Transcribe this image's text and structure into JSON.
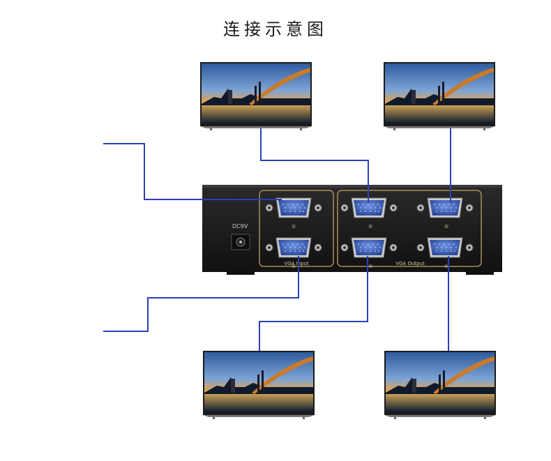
{
  "title": "连接示意图",
  "switch": {
    "power_label": "DC9V",
    "input_label": "VGA Input",
    "output_label": "VGA Output",
    "port_numbers": [
      "①",
      "①",
      "②",
      "②",
      "③",
      "④"
    ]
  },
  "colors": {
    "cable": "#2c3fb8",
    "switch_body": "#1c1c1c",
    "port_blue": "#3d67c8",
    "outline": "#a78f5c"
  },
  "icons": [
    "computer-tower-icon",
    "monitor-icon",
    "vga-port-icon",
    "power-jack-icon"
  ]
}
